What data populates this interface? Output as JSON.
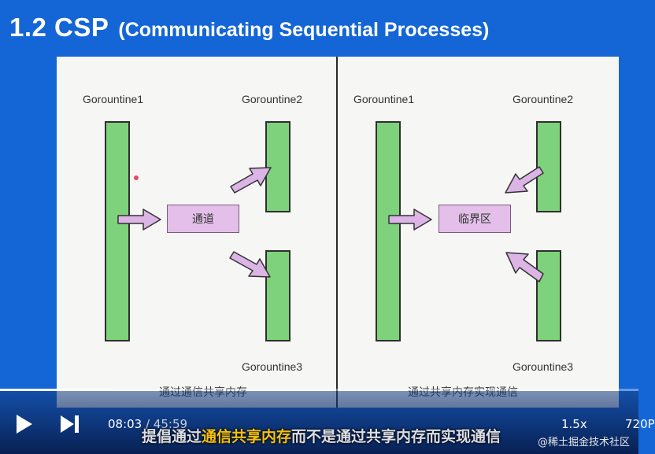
{
  "header": {
    "title": "1.2 CSP",
    "subtitle": "(Communicating Sequential Processes)"
  },
  "left_diagram": {
    "g1": "Gorountine1",
    "g2": "Gorountine2",
    "g3": "Gorountine3",
    "box": "通道",
    "caption": "通过通信共享内存"
  },
  "right_diagram": {
    "g1": "Gorountine1",
    "g2": "Gorountine2",
    "g3": "Gorountine3",
    "box": "临界区",
    "caption": "通过共享内存实现通信"
  },
  "player": {
    "current_time": "08:03",
    "separator": " / ",
    "total_time": "45:59",
    "speed": "1.5x",
    "quality": "720P",
    "progress": 0.177,
    "subtitle_pre": "提倡通过",
    "subtitle_highlight": "通信共享内存",
    "subtitle_post": "而不是通过共享内存而实现通信",
    "watermark": "@稀土掘金技术社区"
  },
  "colors": {
    "background": "#1466d6",
    "bar": "#7ed27b",
    "box": "#e3bfe9",
    "highlight": "#f4c20d"
  },
  "icons": [
    "play-icon",
    "next-icon"
  ]
}
